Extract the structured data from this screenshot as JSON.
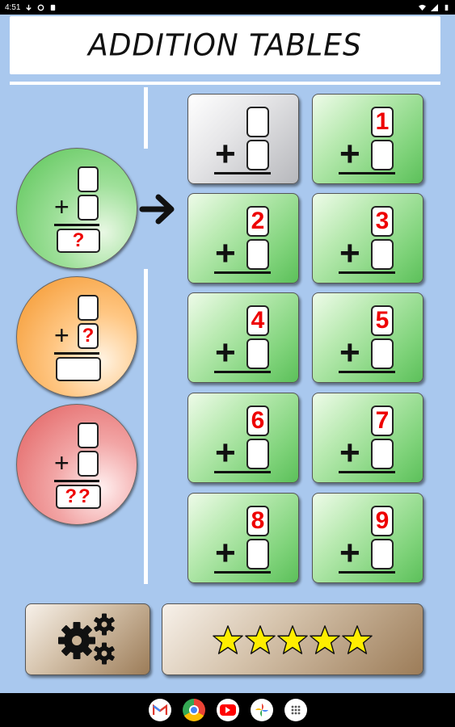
{
  "status_bar": {
    "time": "4:51"
  },
  "title": "ADDITION TABLES",
  "modes": [
    {
      "name": "green",
      "color": "#58c455",
      "question": "?"
    },
    {
      "name": "orange",
      "color": "#f39428",
      "question": "?"
    },
    {
      "name": "red",
      "color": "#e15c5c",
      "question": "??"
    }
  ],
  "tables": [
    "",
    "1",
    "2",
    "3",
    "4",
    "5",
    "6",
    "7",
    "8",
    "9"
  ],
  "stars": {
    "count": 5,
    "color": "#ffee00"
  },
  "colors": {
    "background": "#a9c8ee",
    "tile_green": "#7fd37a",
    "tile_gray": "#b7b8bc",
    "question_red": "#ee0000"
  },
  "nav_apps": [
    "gmail-icon",
    "chrome-icon",
    "youtube-icon",
    "photos-icon",
    "app-drawer-icon"
  ]
}
